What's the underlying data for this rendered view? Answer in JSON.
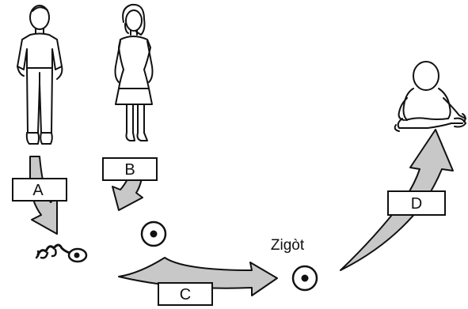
{
  "labels": {
    "a": "A",
    "b": "B",
    "c": "C",
    "d": "D",
    "zygote": "Zigòt"
  },
  "colors": {
    "arrow_fill": "#c8c8c8",
    "outline": "#111111",
    "box_fill": "#ffffff"
  },
  "icons": {
    "man": "man-figure-icon",
    "woman": "woman-figure-icon",
    "sperm": "sperm-cell-icon",
    "egg": "egg-cell-icon",
    "zygote": "zygote-cell-icon",
    "baby": "baby-figure-icon"
  }
}
